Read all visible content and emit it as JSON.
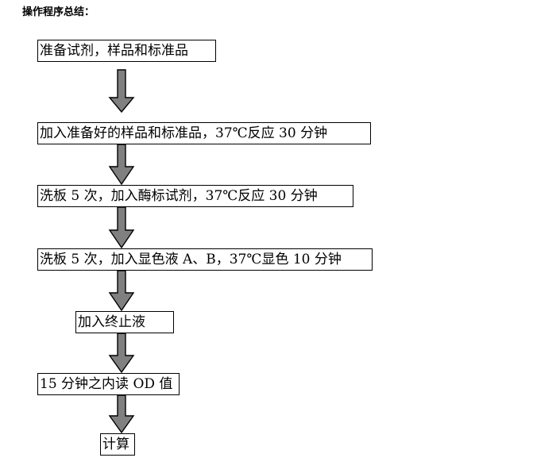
{
  "heading": "操作程序总结：",
  "steps": [
    "准备试剂，样品和标准品",
    "加入准备好的样品和标准品，37℃反应 30 分钟",
    "洗板 5 次，加入酶标试剂，37℃反应 30 分钟",
    "洗板 5 次，加入显色液 A、B，37℃显色 10 分钟",
    "加入终止液",
    "15 分钟之内读 OD 值",
    "计算"
  ],
  "colors": {
    "arrow_fill": "#808080",
    "arrow_stroke": "#000000",
    "box_border": "#000000"
  }
}
